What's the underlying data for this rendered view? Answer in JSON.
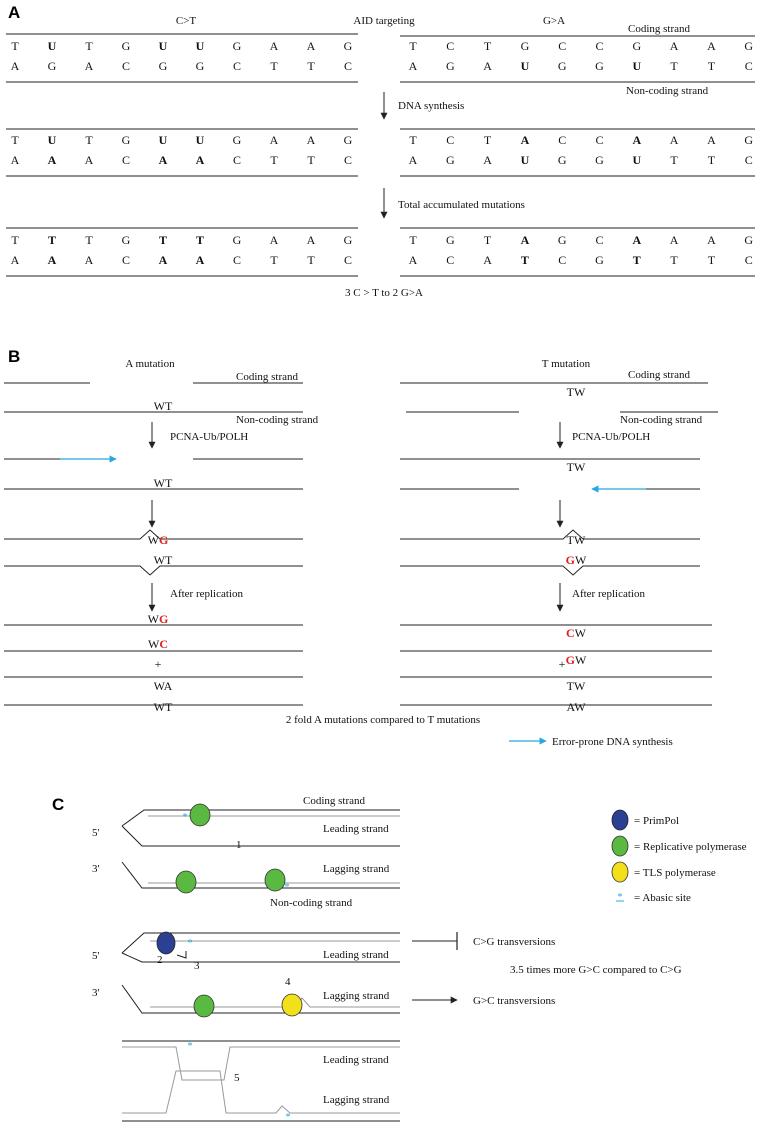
{
  "colors": {
    "blue": "#29a8e0",
    "red": "#e02020",
    "line": "#222222",
    "gray": "#9a9a9a",
    "primpol": "#2b3f93",
    "replicative": "#59b940",
    "tls": "#f2e11a"
  },
  "panel_a": {
    "label": "A",
    "left_title": "C>T",
    "center_title": "AID targeting",
    "right_title": "G>A",
    "coding_strand": "Coding strand",
    "noncoding_strand": "Non-coding strand",
    "step1": "DNA synthesis",
    "step2": "Total accumulated mutations",
    "footer": "3 C > T to 2 G>A",
    "left_rows": [
      [
        [
          "T",
          "k"
        ],
        [
          "U",
          "b"
        ],
        [
          "T",
          "k"
        ],
        [
          "G",
          "k"
        ],
        [
          "U",
          "b"
        ],
        [
          "U",
          "b"
        ],
        [
          "G",
          "k"
        ],
        [
          "A",
          "k"
        ],
        [
          "A",
          "k"
        ],
        [
          "G",
          "k"
        ]
      ],
      [
        [
          "A",
          "k"
        ],
        [
          "G",
          "k"
        ],
        [
          "A",
          "k"
        ],
        [
          "C",
          "k"
        ],
        [
          "G",
          "k"
        ],
        [
          "G",
          "k"
        ],
        [
          "C",
          "k"
        ],
        [
          "T",
          "k"
        ],
        [
          "T",
          "k"
        ],
        [
          "C",
          "k"
        ]
      ],
      [
        [
          "T",
          "k"
        ],
        [
          "U",
          "b"
        ],
        [
          "T",
          "k"
        ],
        [
          "G",
          "k"
        ],
        [
          "U",
          "b"
        ],
        [
          "U",
          "b"
        ],
        [
          "G",
          "k"
        ],
        [
          "A",
          "k"
        ],
        [
          "A",
          "k"
        ],
        [
          "G",
          "k"
        ]
      ],
      [
        [
          "A",
          "k"
        ],
        [
          "A",
          "r"
        ],
        [
          "A",
          "k"
        ],
        [
          "C",
          "k"
        ],
        [
          "A",
          "r"
        ],
        [
          "A",
          "r"
        ],
        [
          "C",
          "k"
        ],
        [
          "T",
          "k"
        ],
        [
          "T",
          "k"
        ],
        [
          "C",
          "k"
        ]
      ],
      [
        [
          "T",
          "k"
        ],
        [
          "T",
          "r"
        ],
        [
          "T",
          "k"
        ],
        [
          "G",
          "k"
        ],
        [
          "T",
          "r"
        ],
        [
          "T",
          "r"
        ],
        [
          "G",
          "k"
        ],
        [
          "A",
          "k"
        ],
        [
          "A",
          "k"
        ],
        [
          "G",
          "k"
        ]
      ],
      [
        [
          "A",
          "k"
        ],
        [
          "A",
          "r"
        ],
        [
          "A",
          "k"
        ],
        [
          "C",
          "k"
        ],
        [
          "A",
          "r"
        ],
        [
          "A",
          "r"
        ],
        [
          "C",
          "k"
        ],
        [
          "T",
          "k"
        ],
        [
          "T",
          "k"
        ],
        [
          "C",
          "k"
        ]
      ]
    ],
    "right_rows": [
      [
        [
          "T",
          "k"
        ],
        [
          "C",
          "k"
        ],
        [
          "T",
          "k"
        ],
        [
          "G",
          "k"
        ],
        [
          "C",
          "k"
        ],
        [
          "C",
          "k"
        ],
        [
          "G",
          "k"
        ],
        [
          "A",
          "k"
        ],
        [
          "A",
          "k"
        ],
        [
          "G",
          "k"
        ]
      ],
      [
        [
          "A",
          "k"
        ],
        [
          "G",
          "k"
        ],
        [
          "A",
          "k"
        ],
        [
          "U",
          "b"
        ],
        [
          "G",
          "k"
        ],
        [
          "G",
          "k"
        ],
        [
          "U",
          "b"
        ],
        [
          "T",
          "k"
        ],
        [
          "T",
          "k"
        ],
        [
          "C",
          "k"
        ]
      ],
      [
        [
          "T",
          "k"
        ],
        [
          "C",
          "k"
        ],
        [
          "T",
          "k"
        ],
        [
          "A",
          "r"
        ],
        [
          "C",
          "k"
        ],
        [
          "C",
          "k"
        ],
        [
          "A",
          "r"
        ],
        [
          "A",
          "k"
        ],
        [
          "A",
          "k"
        ],
        [
          "G",
          "k"
        ]
      ],
      [
        [
          "A",
          "k"
        ],
        [
          "G",
          "k"
        ],
        [
          "A",
          "k"
        ],
        [
          "U",
          "b"
        ],
        [
          "G",
          "k"
        ],
        [
          "G",
          "k"
        ],
        [
          "U",
          "b"
        ],
        [
          "T",
          "k"
        ],
        [
          "T",
          "k"
        ],
        [
          "C",
          "k"
        ]
      ],
      [
        [
          "T",
          "k"
        ],
        [
          "G",
          "k"
        ],
        [
          "T",
          "k"
        ],
        [
          "A",
          "r"
        ],
        [
          "G",
          "k"
        ],
        [
          "C",
          "k"
        ],
        [
          "A",
          "r"
        ],
        [
          "A",
          "k"
        ],
        [
          "A",
          "k"
        ],
        [
          "G",
          "k"
        ]
      ],
      [
        [
          "A",
          "k"
        ],
        [
          "C",
          "k"
        ],
        [
          "A",
          "k"
        ],
        [
          "T",
          "r"
        ],
        [
          "C",
          "k"
        ],
        [
          "G",
          "k"
        ],
        [
          "T",
          "r"
        ],
        [
          "T",
          "k"
        ],
        [
          "T",
          "k"
        ],
        [
          "C",
          "k"
        ]
      ]
    ]
  },
  "panel_b": {
    "label": "B",
    "left_title": "A mutation",
    "right_title": "T mutation",
    "coding_strand": "Coding strand",
    "noncoding_strand": "Non-coding strand",
    "pcna": "PCNA-Ub/POLH",
    "after": "After replication",
    "wt": "WT",
    "tw": "TW",
    "wa": "WA",
    "aw": "AW",
    "w": "W",
    "g": "G",
    "c": "C",
    "plus": "+",
    "footer": "2 fold A mutations compared to T mutations",
    "legend": "Error-prone DNA synthesis"
  },
  "panel_c": {
    "label": "C",
    "five_prime": "5'",
    "three_prime": "3'",
    "coding_strand": "Coding strand",
    "noncoding_strand": "Non-coding strand",
    "leading_strand": "Leading strand",
    "lagging_strand": "Lagging strand",
    "n1": "1",
    "n2": "2",
    "n3": "3",
    "n4": "4",
    "n5": "5",
    "cg": "C>G transversions",
    "gc": "G>C transversions",
    "ratio": "3.5 times more G>C compared to C>G",
    "legend": [
      {
        "name": "primpol",
        "label": "= PrimPol"
      },
      {
        "name": "replicative",
        "label": "= Replicative polymerase"
      },
      {
        "name": "tls",
        "label": "= TLS polymerase"
      },
      {
        "name": "abasic",
        "label": "= Abasic site"
      }
    ]
  }
}
